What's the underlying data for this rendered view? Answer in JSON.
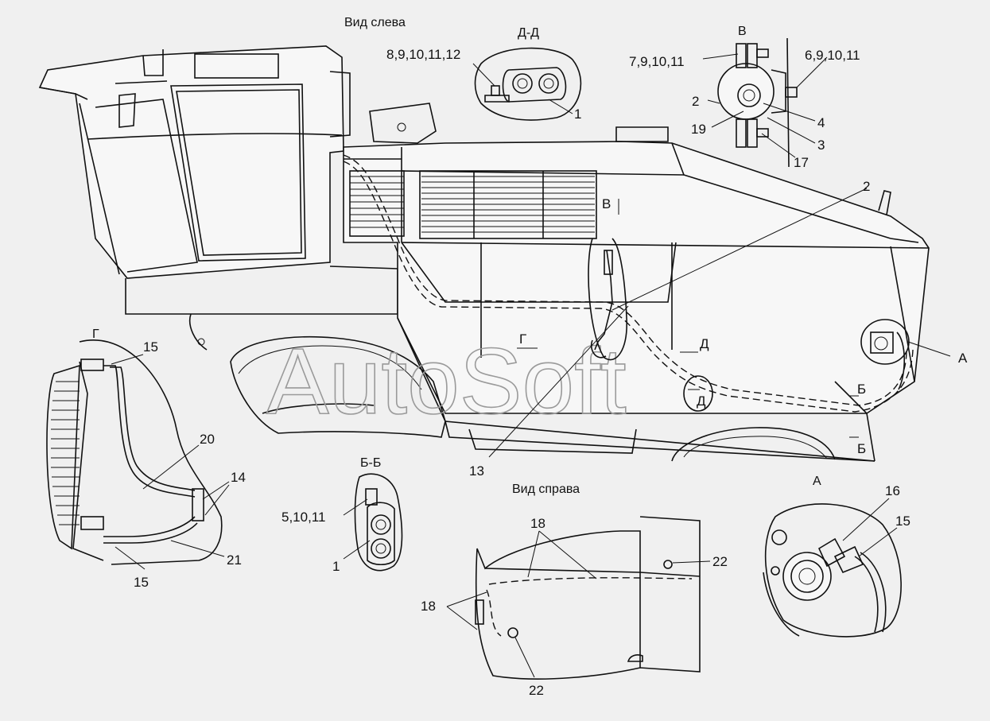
{
  "titles": {
    "left_view": "Вид слева",
    "section_dd": "Д-Д",
    "view_v": "В",
    "section_bb": "Б-Б",
    "right_view": "Вид справа",
    "view_a": "А",
    "view_g": "Г"
  },
  "section_marks": {
    "v_arrow": "В",
    "g_arrow": "Г",
    "d_upper": "Д",
    "d_lower": "Д",
    "b_upper": "Б",
    "b_lower": "Б",
    "a_callout": "А"
  },
  "callouts": {
    "dd_group": "8,9,10,11,12",
    "dd_1": "1",
    "v_left": "7,9,10,11",
    "v_right": "6,9,10,11",
    "v_2": "2",
    "v_19": "19",
    "v_4": "4",
    "v_3": "3",
    "v_17": "17",
    "main_2": "2",
    "main_13": "13",
    "g_15_top": "15",
    "g_20": "20",
    "g_14": "14",
    "g_21": "21",
    "g_15_bottom": "15",
    "bb_group": "5,10,11",
    "bb_1": "1",
    "right_18_top": "18",
    "right_18_left": "18",
    "right_22_top": "22",
    "right_22_bottom": "22",
    "a_16": "16",
    "a_15": "15"
  },
  "watermark": "AutoSoft"
}
